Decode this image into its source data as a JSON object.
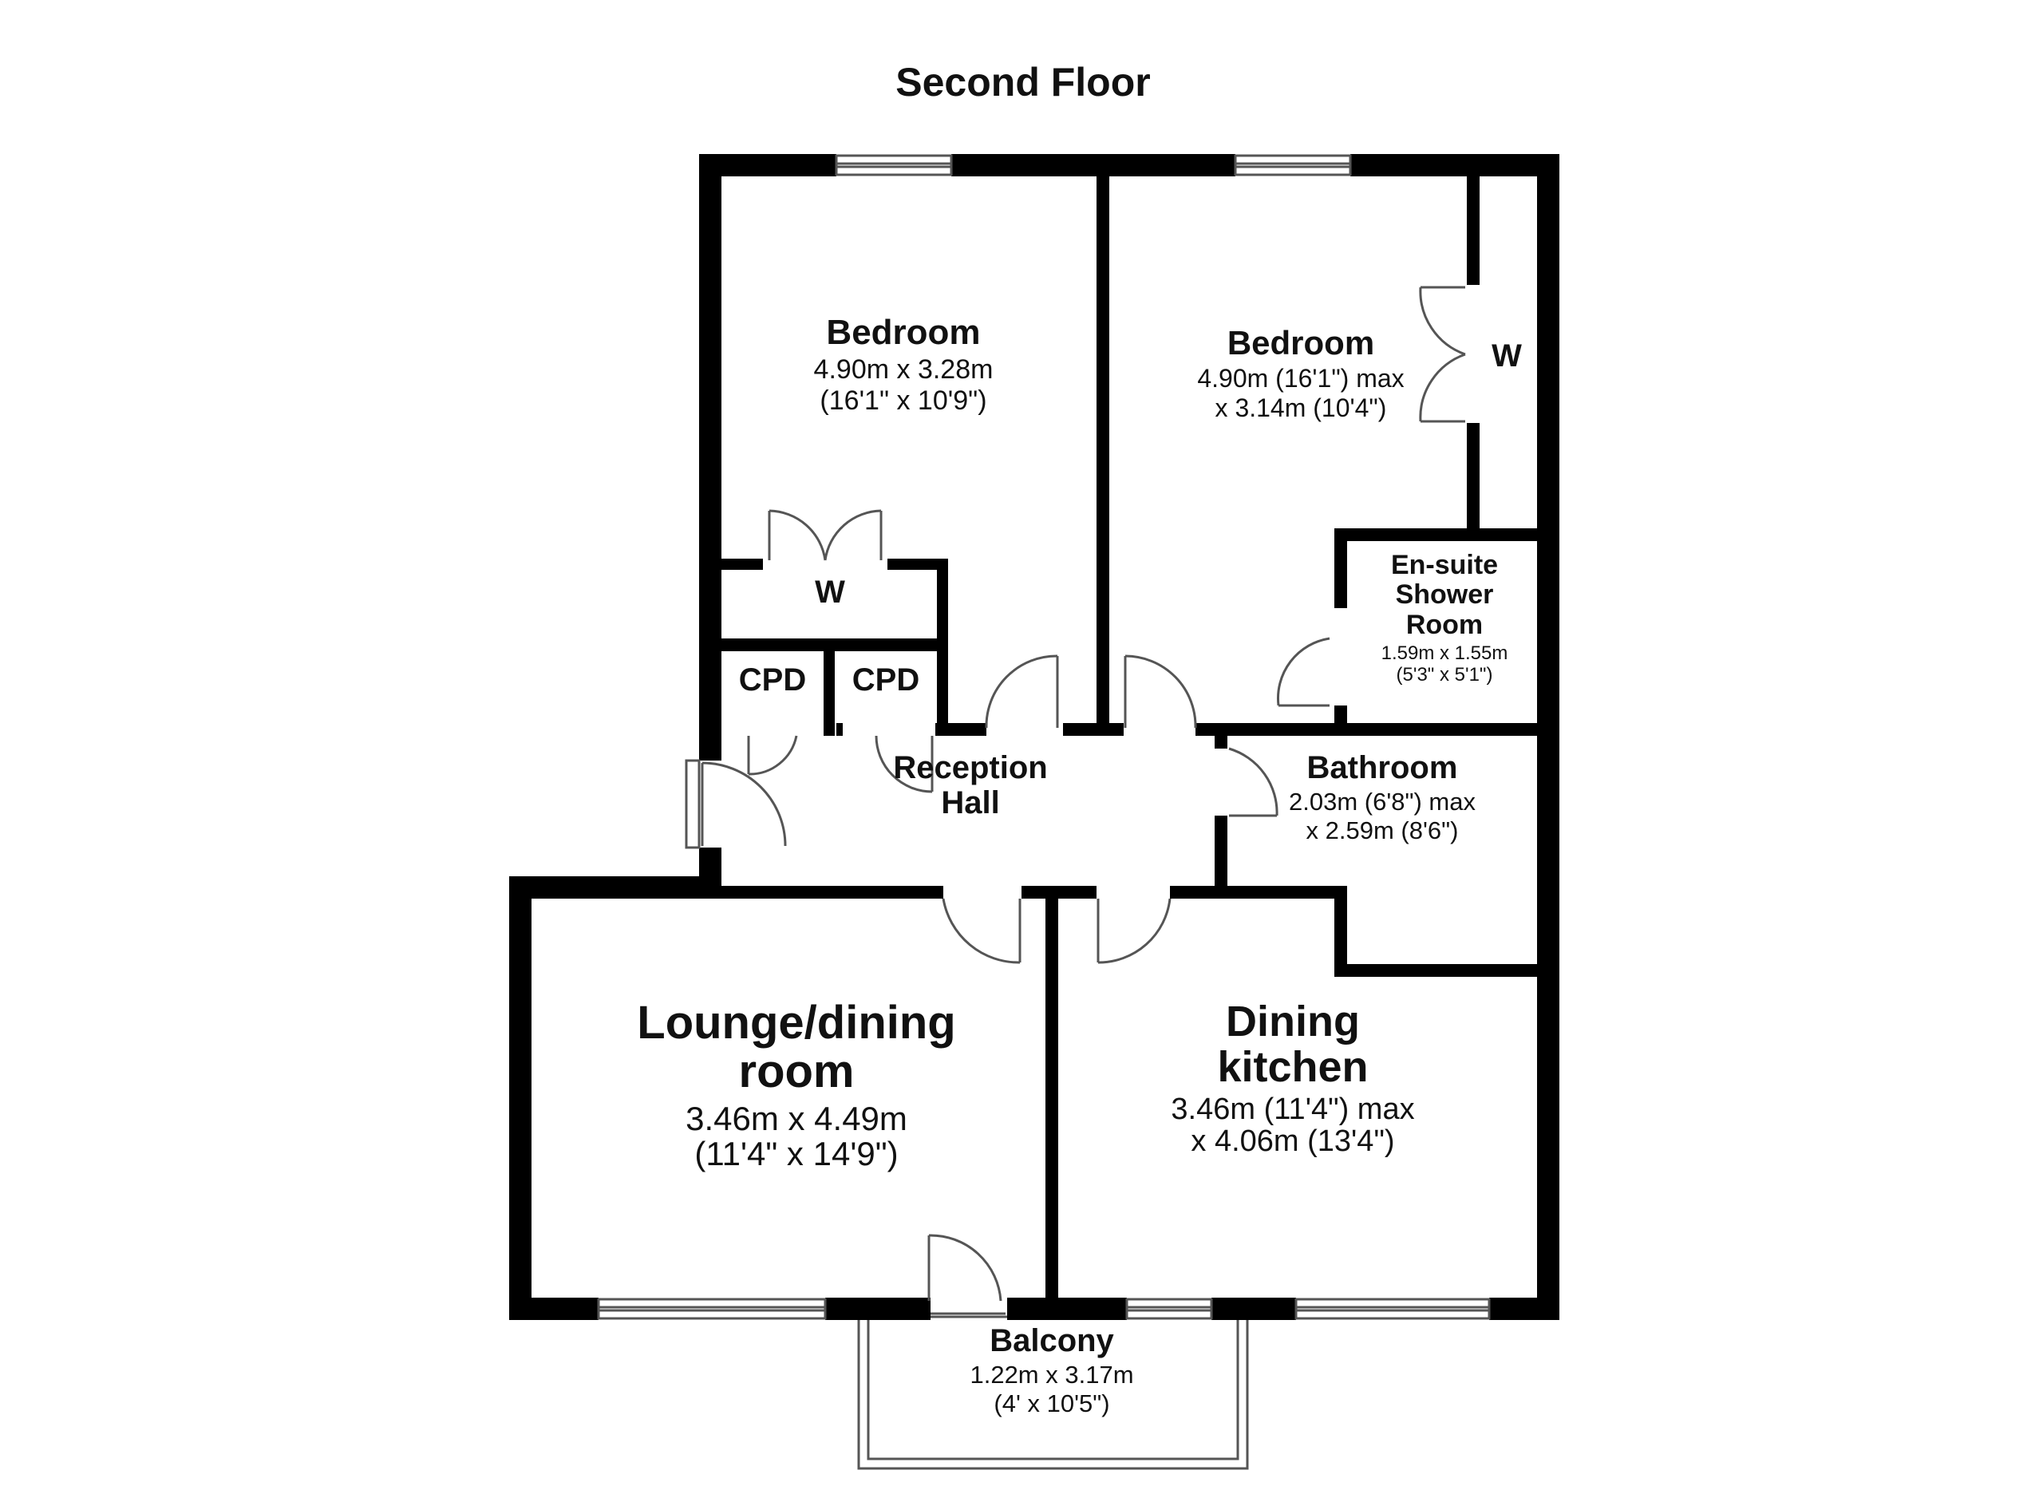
{
  "floor_title": "Second Floor",
  "rooms": {
    "bedroom1": {
      "name": "Bedroom",
      "line1": "4.90m x 3.28m",
      "line2": "(16'1\" x 10'9\")"
    },
    "bedroom2": {
      "name": "Bedroom",
      "line1": "4.90m (16'1\") max",
      "line2": "x 3.14m (10'4\")"
    },
    "wardrobe1": {
      "name": "W"
    },
    "wardrobe2": {
      "name": "W"
    },
    "cpd1": {
      "name": "CPD"
    },
    "cpd2": {
      "name": "CPD"
    },
    "ensuite": {
      "name_l1": "En-suite",
      "name_l2": "Shower",
      "name_l3": "Room",
      "line1": "1.59m x 1.55m",
      "line2": "(5'3\" x 5'1\")"
    },
    "reception": {
      "name_l1": "Reception",
      "name_l2": "Hall"
    },
    "bathroom": {
      "name": "Bathroom",
      "line1": "2.03m (6'8\") max",
      "line2": "x 2.59m (8'6\")"
    },
    "lounge": {
      "name_l1": "Lounge/dining",
      "name_l2": "room",
      "line1": "3.46m x 4.49m",
      "line2": "(11'4\" x 14'9\")"
    },
    "kitchen": {
      "name_l1": "Dining",
      "name_l2": "kitchen",
      "line1": "3.46m (11'4\") max",
      "line2": "x 4.06m (13'4\")"
    },
    "balcony": {
      "name": "Balcony",
      "line1": "1.22m x 3.17m",
      "line2": "(4' x 10'5\")"
    }
  },
  "colors": {
    "wall": "#000000",
    "background": "#ffffff",
    "line": "#555555"
  }
}
